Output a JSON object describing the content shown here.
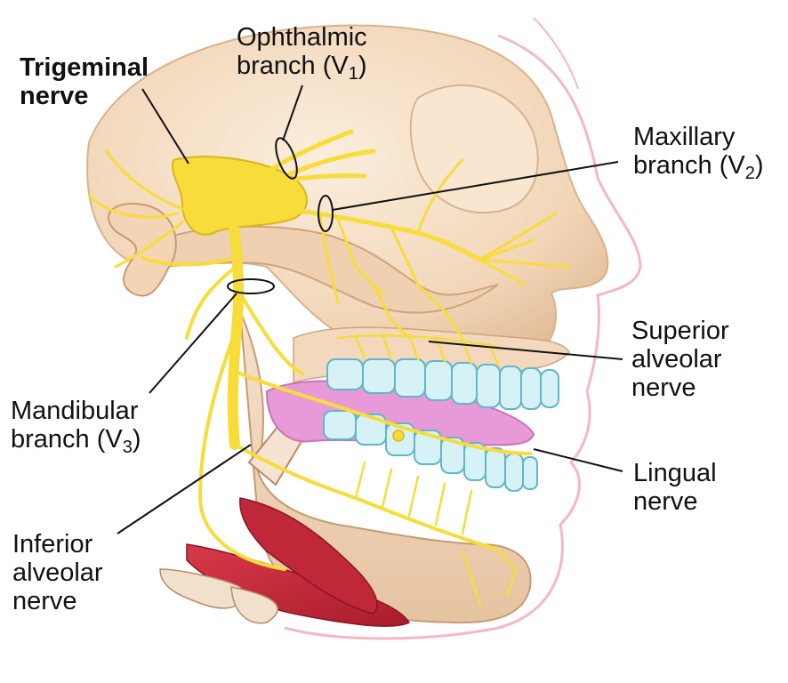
{
  "labels": {
    "trigeminal": {
      "line1": "Trigeminal",
      "line2": "nerve"
    },
    "ophthalmic": {
      "line1": "Ophthalmic",
      "line2_text": "branch (V",
      "line2_sub": "1",
      "line2_end": ")"
    },
    "maxillary": {
      "line1": "Maxillary",
      "line2_text": "branch (V",
      "line2_sub": "2",
      "line2_end": ")"
    },
    "superior_alveolar": {
      "line1": "Superior",
      "line2": "alveolar",
      "line3": "nerve"
    },
    "mandibular": {
      "line1": "Mandibular",
      "line2_text": "branch (V",
      "line2_sub": "3",
      "line2_end": ")"
    },
    "lingual": {
      "line1": "Lingual",
      "line2": "nerve"
    },
    "inferior_alveolar": {
      "line1": "Inferior",
      "line2": "alveolar",
      "line3": "nerve"
    }
  },
  "colors": {
    "nerve": "#f7dc3a",
    "nerve_outline": "#d8b81a",
    "bone": "#f4dcc2",
    "bone_shadow": "#dcb894",
    "skin_outline": "#f3b8c4",
    "teeth": "#d7f2f6",
    "teeth_outline": "#5fb7c7",
    "gum": "#e89ad8",
    "muscle": "#c8283a",
    "leader_line": "#111111"
  }
}
